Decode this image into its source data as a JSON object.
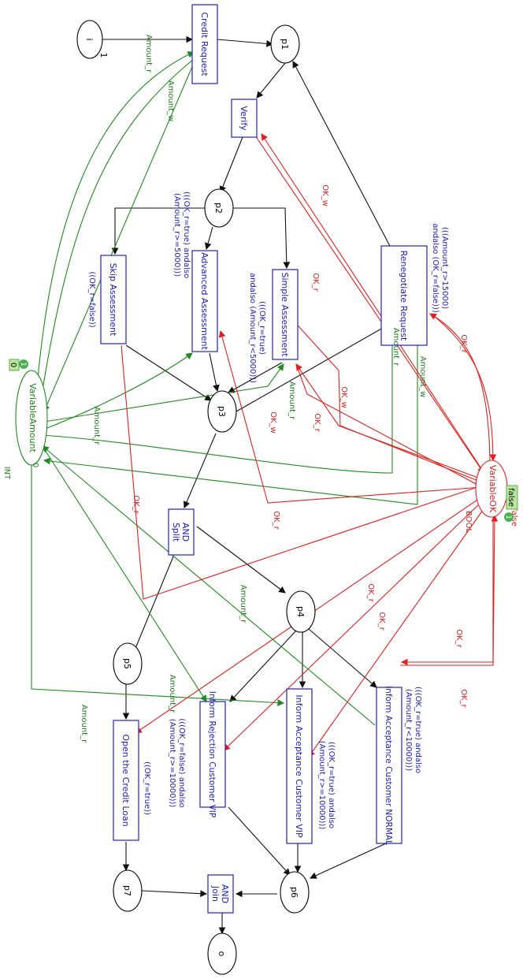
{
  "transitions": {
    "credit_request": "Credit Request",
    "verify": "Verify",
    "skip_assessment": "Skip Assessment",
    "advanced_assessment": "Advanced Assessment",
    "simple_assessment": "Simple Assessment",
    "renegotiate_request": "Renegotiate Request",
    "and_split_1": "AND",
    "and_split_2": "Split",
    "open_credit_loan": "Open the Credit Loan",
    "inform_rejection_vip": "Inform Rejection Customer VIP",
    "inform_acceptance_vip": "Inform Acceptance Customer VIP",
    "inform_acceptance_normal": "Inform Acceptance Customer NORMAL",
    "and_join_1": "AND",
    "and_join_2": "Join"
  },
  "places": {
    "i": "i",
    "i_tokens": "1",
    "p1": "p1",
    "p2": "p2",
    "p3": "p3",
    "p4": "p4",
    "p5": "p5",
    "p6": "p6",
    "p7": "p7",
    "o": "o",
    "variable_amount": "VariableAmount",
    "variable_amount_type": "INT",
    "variable_amount_init": "0",
    "variable_amount_marking": "0",
    "variable_amount_count": "1",
    "variable_ok": "VariableOK",
    "variable_ok_type": "BOOL",
    "variable_ok_init": "false",
    "variable_ok_marking": "false",
    "variable_ok_count": "1"
  },
  "guards": {
    "skip": "((OK_r=false))",
    "advanced_1": "(((OK_r=true) andalso",
    "advanced_2": "(Amount_r>=5000)))",
    "simple_1": "(((OK_r=true)",
    "simple_2": "andalso (Amount_r<5000)))",
    "renegotiate_1": "(((Amount_r>15000)",
    "renegotiate_2": "andalso (OK_r=false)))",
    "open_loan": "((OK_r=true))",
    "rejection_1": "(((OK_r=false) andalso",
    "rejection_2": "(Amount_r>=10000)))",
    "acceptance_vip_1": "(((OK_r=true) andalso",
    "acceptance_vip_2": "(Amount_r>=10000)))",
    "acceptance_normal_1": "(((OK_r=true) andalso",
    "acceptance_normal_2": "(Amount_r<10000)))"
  },
  "arc_labels": {
    "amount_r": "Amount_r",
    "amount_w": "Amount_w",
    "ok_r": "OK_r",
    "ok_w": "OK_w"
  },
  "colors": {
    "transition": "#2020c8",
    "read_green": "#1f8a1f",
    "read_red": "#e02020",
    "token_badge": "#b8e8a0"
  }
}
